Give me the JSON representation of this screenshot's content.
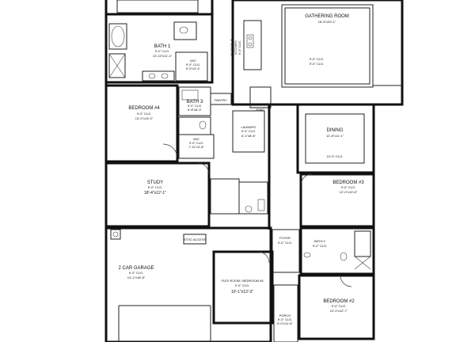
{
  "rooms": {
    "gathering": {
      "name": "GATHERING ROOM",
      "ceiling": "9'-0\" CLG.",
      "size": "18'-5\"x20'-1\""
    },
    "gathering_top": {
      "ceiling": "9'-0\" CLG."
    },
    "bath1": {
      "name": "BATH 1",
      "ceiling": "9'-0\" CLG.",
      "size": "13'-10\"x11'-4\""
    },
    "wic_master": {
      "name": "W/C",
      "ceiling": "9'-0\" CLG.",
      "size": "5'-5\"x3'-4\""
    },
    "kitchen": {
      "name": "KITCHEN",
      "ceiling": "9'-0\" CLG.",
      "size": "11'-2\"x16'-4\""
    },
    "pantry": {
      "name": "PANTRY"
    },
    "hvac": {
      "name": "HVAC"
    },
    "bedroom4": {
      "name": "BEDROOM #4",
      "ceiling": "9'-0\" CLG.",
      "size": "13'-0\"x13'-0\""
    },
    "bath3": {
      "name": "BATH 3",
      "ceiling": "9'-0\" CLG.",
      "size": "5'-8\"x8'-0\""
    },
    "laundry": {
      "name": "LAUNDRY",
      "ceiling": "9'-0\" CLG.",
      "size": "6'-1\"x8'-8\""
    },
    "wic_hall": {
      "name": "W/C",
      "ceiling": "9'-0\" CLG.",
      "size": "7'-11\"x4'-8\""
    },
    "dining": {
      "name": "DINING",
      "size": "12'-8\"x11'-1\"",
      "ceiling": "10'-0\" CLG."
    },
    "study": {
      "name": "STUDY",
      "ceiling": "9'-0\" CLG.",
      "size": "18'-4\"x12'-1\""
    },
    "bedroom3": {
      "name": "BEDROOM #3",
      "ceiling": "9'-0\" CLG.",
      "size": "12'-0\"x10'-8\""
    },
    "foyer": {
      "name": "FOYER",
      "ceiling": "9'-0\" CLG."
    },
    "bath2": {
      "name": "BATH 2",
      "ceiling": "9'-0\" CLG."
    },
    "garage": {
      "name": "2 CAR GARAGE",
      "ceiling": "9'-0\" CLG.",
      "size": "14'-1\"x18'-8\""
    },
    "bonus": {
      "name": "FLEX ROOM / BEDROOM #5",
      "ceiling": "9'-0\" CLG.",
      "size": "10'-1\"x13'-3\""
    },
    "bedroom2": {
      "name": "BEDROOM #2",
      "ceiling": "9'-0\" CLG.",
      "size": "12'-0\"x12'-7\""
    },
    "porch": {
      "name": "PORCH",
      "ceiling": "9'-0\" CLG.",
      "size": "6'-0\"x11'-6\""
    }
  },
  "notes": {
    "garage_note": "ATTIC ACCESS"
  }
}
